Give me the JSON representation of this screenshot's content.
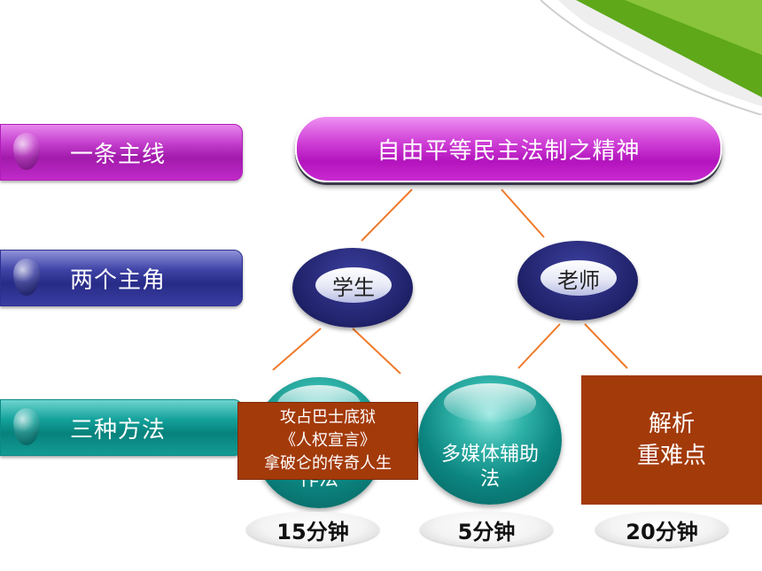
{
  "left_labels": {
    "main_line": "一条主线",
    "two_roles": "两个主角",
    "three_methods": "三种方法"
  },
  "main_line_text": "自由平等民主法制之精神",
  "roles": {
    "student": "学生",
    "teacher": "老师"
  },
  "methods": {
    "method1_hidden_partial": "作法",
    "method1_box_lines": [
      "攻占巴士底狱",
      "《人权宣言》",
      "拿破仑的传奇人生"
    ],
    "method2_lines": [
      "多媒体辅助",
      "法"
    ],
    "method3_lines": [
      "解析",
      "重难点"
    ]
  },
  "times": [
    "15分钟",
    "5分钟",
    "20分钟"
  ],
  "colors": {
    "purple": "#c23ccb",
    "navy": "#272b87",
    "teal": "#07827d",
    "brown": "#a33a0a",
    "connector": "#f07a2a",
    "corner_green": "#5ea81a"
  }
}
